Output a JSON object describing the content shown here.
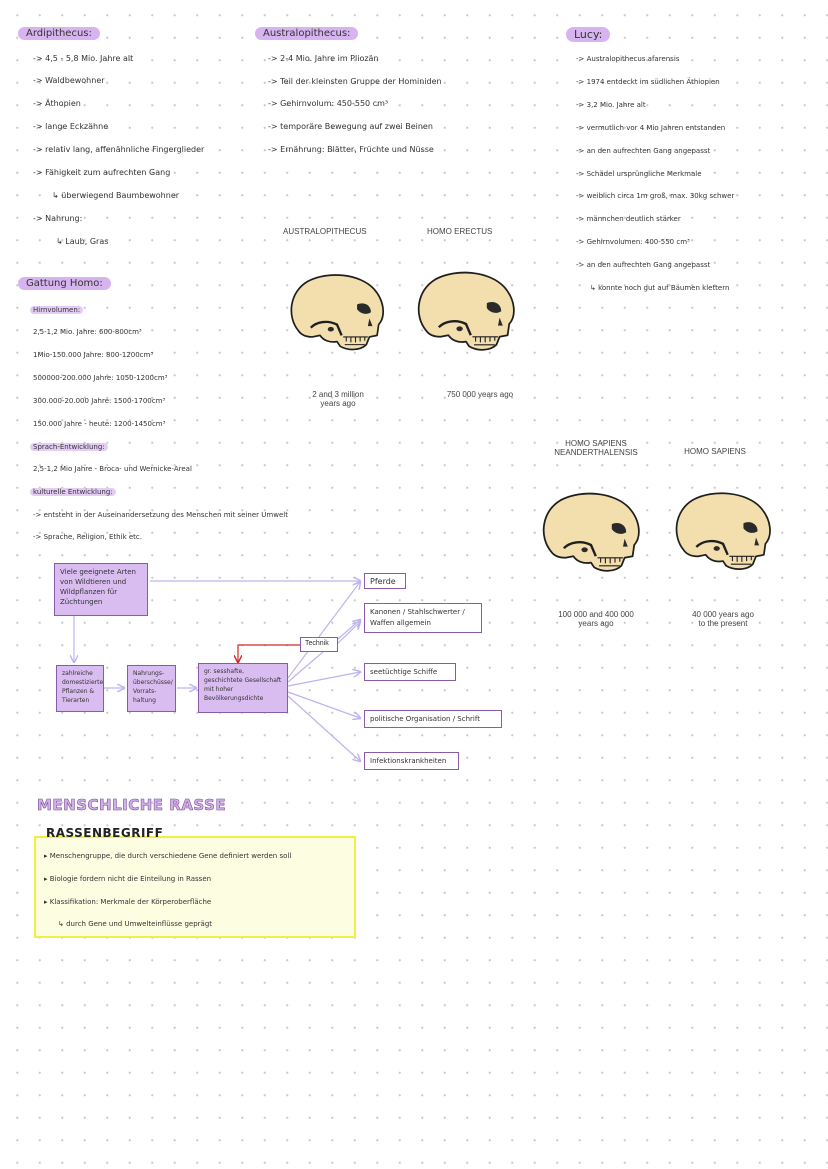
{
  "ardipithecus": {
    "title": "Ardipithecus:",
    "items": [
      "-> 4,5 - 5,8 Mio. Jahre alt",
      "-> Waldbewohner",
      "-> Äthopien",
      "-> lange Eckzähne",
      "-> relativ lang, affenähnliche Fingerglieder",
      "-> Fähigkeit zum aufrechten Gang",
      "↳ überwiegend Baumbewohner",
      "-> Nahrung:",
      "↳ Laub, Gras"
    ]
  },
  "australopithecus": {
    "title": "Australopithecus:",
    "items": [
      "-> 2-4 Mio. Jahre im Pliozän",
      "-> Teil der kleinsten Gruppe der Hominiden",
      "-> Gehirnvolum: 450-550 cm³",
      "-> temporäre Bewegung auf zwei Beinen",
      "-> Ernährung: Blätter, Früchte und Nüsse"
    ]
  },
  "lucy": {
    "title": "Lucy:",
    "items": [
      "-> Australopithecus afarensis",
      "-> 1974 entdeckt im südlichen Äthiopien",
      "-> 3,2 Mio. Jahre alt",
      "-> vermutlich vor 4 Mio Jahren entstanden",
      "-> an den aufrechten Gang angepasst",
      "-> Schädel ursprüngliche Merkmale",
      "-> weiblich circa 1m groß, max. 30kg schwer",
      "-> männchen deutlich stärker",
      "-> Gehirnvolumen: 400-550 cm³",
      "-> an den aufrechten Gang angepasst",
      "↳ konnte noch gut auf Bäumen klettern"
    ]
  },
  "homo": {
    "title": "Gattung Homo:",
    "hirnvolumen_label": "Hirnvolumen:",
    "hirnvolumen": [
      "2,5-1,2 Mio. Jahre: 600-800cm³",
      "1Mio-150.000 Jahre: 800-1200cm³",
      "500000-200.000 Jahre: 1050-1200cm³",
      "300.000-20.000 Jahre: 1500-1700cm³",
      "150.000 Jahre - heute: 1200-1450cm³"
    ],
    "sprach_label": "Sprach-Entwicklung:",
    "sprach": "2,5-1,2 Mio Jahre  -  Broca- und Wernicke-Areal",
    "kultur_label": "kulturelle Entwicklung:",
    "kultur": [
      "-> entsteht in der Auseinandersetzung des Menschen mit seiner Umwelt",
      "-> Sprache, Religion, Ethik etc."
    ]
  },
  "skulls": [
    {
      "name": "AUSTRALOPITHECUS",
      "age1": "2 and 3 million",
      "age2": "years ago"
    },
    {
      "name": "HOMO ERECTUS",
      "age1": "750 000 years ago",
      "age2": ""
    },
    {
      "name1": "HOMO SAPIENS",
      "name2": "NEANDERTHALENSIS",
      "age1": "100 000 and 400 000",
      "age2": "years ago"
    },
    {
      "name": "HOMO SAPIENS",
      "age1": "40 000 years ago",
      "age2": "to the present"
    }
  ],
  "flow": {
    "wild": [
      "Viele geeignete Arten",
      "von Wildtieren und",
      "Wildpflanzen für",
      "Züchtungen"
    ],
    "zahl": [
      "zahlreiche",
      "domestizierte",
      "Pflanzen &",
      "Tierarten"
    ],
    "nahrung": [
      "Nahrungs-",
      "überschüsse/",
      "Vorrats-",
      "haltung"
    ],
    "gesell": [
      "gr. sesshafte,",
      "geschichtete Gesellschaft",
      "mit hoher",
      "Bevölkerungsdichte"
    ],
    "technik": "Technik",
    "pferde": "Pferde",
    "waffen": [
      "Kanonen / Stahlschwerter /",
      "Waffen allgemein"
    ],
    "schiffe": "seetüchtige Schiffe",
    "politik": "politische Organisation / Schrift",
    "krank": "Infektionskrankheiten"
  },
  "rasse": {
    "heading": "MENSCHLICHE RASSE",
    "subheading": "RASSENBEGRIFF",
    "items": [
      "▸ Menschengruppe, die durch verschiedene Gene definiert werden soll",
      "▸ Biologie fordern nicht die Einteilung in Rassen",
      "▸ Klassifikation: Merkmale der Körperoberfläche",
      "↳ durch Gene und Umwelteinflüsse geprägt"
    ]
  },
  "colors": {
    "accent": "#d7b3ef",
    "box_border": "#8c5ba8",
    "arrow": "#bdb4ef",
    "red_arrow": "#d02a2a",
    "yellow_border": "#f1ee45"
  }
}
